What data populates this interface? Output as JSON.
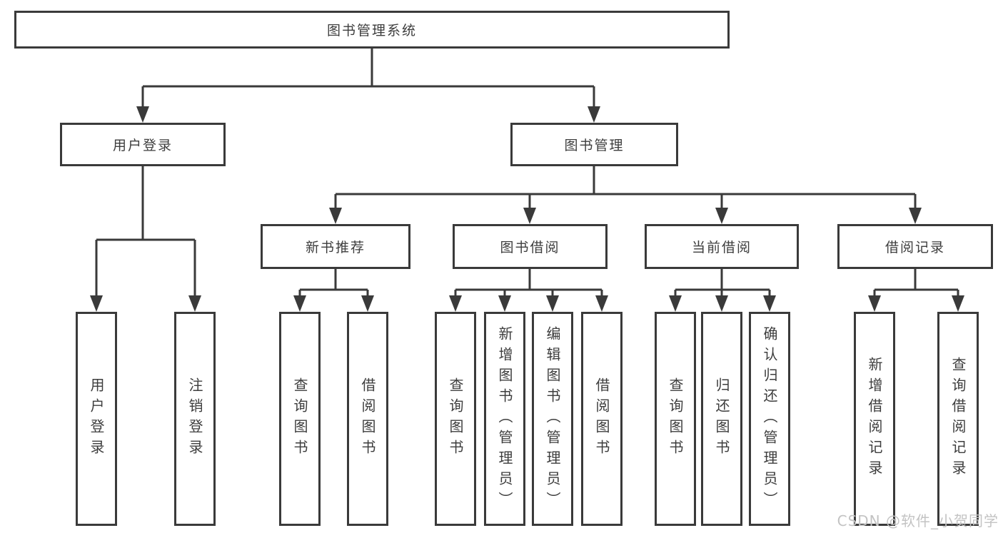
{
  "diagram": {
    "title_node": {
      "label": "图书管理系统"
    },
    "level2": [
      {
        "id": "user-login",
        "label": "用户登录"
      },
      {
        "id": "book-management",
        "label": "图书管理"
      }
    ],
    "level3": [
      {
        "id": "new-book-recommend",
        "parent": "图书管理",
        "label": "新书推荐"
      },
      {
        "id": "book-borrow",
        "parent": "图书管理",
        "label": "图书借阅"
      },
      {
        "id": "current-borrow",
        "parent": "图书管理",
        "label": "当前借阅"
      },
      {
        "id": "borrow-records",
        "parent": "图书管理",
        "label": "借阅记录"
      }
    ],
    "leaves": [
      {
        "parent": "用户登录",
        "label": "用户登录"
      },
      {
        "parent": "用户登录",
        "label": "注销登录"
      },
      {
        "parent": "新书推荐",
        "label": "查询图书"
      },
      {
        "parent": "新书推荐",
        "label": "借阅图书"
      },
      {
        "parent": "图书借阅",
        "label": "查询图书"
      },
      {
        "parent": "图书借阅",
        "label": "新增图书（管理员）"
      },
      {
        "parent": "图书借阅",
        "label": "编辑图书（管理员）"
      },
      {
        "parent": "图书借阅",
        "label": "借阅图书"
      },
      {
        "parent": "当前借阅",
        "label": "查询图书"
      },
      {
        "parent": "当前借阅",
        "label": "归还图书"
      },
      {
        "parent": "当前借阅",
        "label": "确认归还（管理员）"
      },
      {
        "parent": "借阅记录",
        "label": "新增借阅记录"
      },
      {
        "parent": "借阅记录",
        "label": "查询借阅记录"
      }
    ]
  },
  "watermark": "CSDN @软件_小贺同学",
  "colors": {
    "line": "#3a3a3a",
    "text": "#3d3d3d",
    "background": "#ffffff",
    "watermark": "#c3c3c3"
  }
}
